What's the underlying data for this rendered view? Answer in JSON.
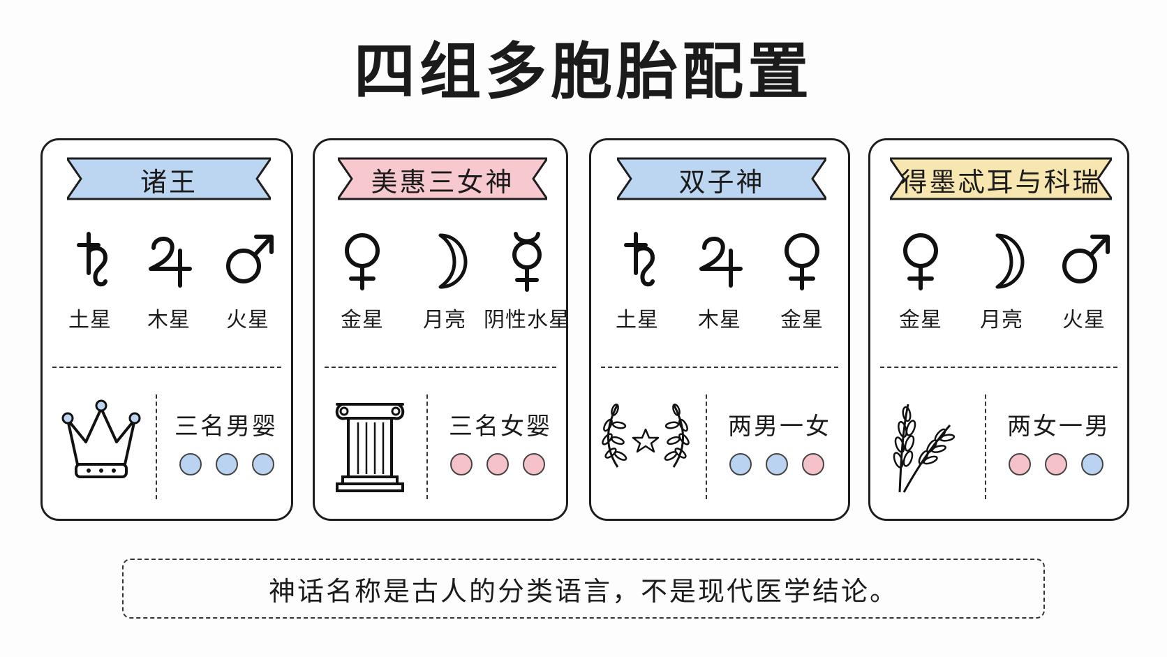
{
  "title": "四组多胞胎配置",
  "colors": {
    "blue": "#bcd6f2",
    "pink": "#f7c9cf",
    "yellow": "#f7e6b0",
    "dot_blue": "#b9d3f0",
    "dot_pink": "#f6c2c9"
  },
  "cards": [
    {
      "ribbon": "诸王",
      "ribbon_color": "blue",
      "planets": [
        {
          "symbol": "saturn-icon",
          "label": "土星"
        },
        {
          "symbol": "jupiter-icon",
          "label": "木星"
        },
        {
          "symbol": "mars-icon",
          "label": "火星"
        }
      ],
      "emblem": "crown-icon",
      "group": "三名男婴",
      "dots": [
        "blue",
        "blue",
        "blue"
      ]
    },
    {
      "ribbon": "美惠三女神",
      "ribbon_color": "pink",
      "planets": [
        {
          "symbol": "venus-icon",
          "label": "金星"
        },
        {
          "symbol": "moon-icon",
          "label": "月亮"
        },
        {
          "symbol": "mercury-icon",
          "label": "阴性水星"
        }
      ],
      "emblem": "column-icon",
      "group": "三名女婴",
      "dots": [
        "pink",
        "pink",
        "pink"
      ]
    },
    {
      "ribbon": "双子神",
      "ribbon_color": "blue",
      "planets": [
        {
          "symbol": "saturn-icon",
          "label": "土星"
        },
        {
          "symbol": "jupiter-icon",
          "label": "木星"
        },
        {
          "symbol": "venus-icon",
          "label": "金星"
        }
      ],
      "emblem": "laurel-star-icon",
      "group": "两男一女",
      "dots": [
        "blue",
        "blue",
        "pink"
      ]
    },
    {
      "ribbon": "得墨忒耳与科瑞",
      "ribbon_color": "yellow",
      "planets": [
        {
          "symbol": "venus-icon",
          "label": "金星"
        },
        {
          "symbol": "moon-icon",
          "label": "月亮"
        },
        {
          "symbol": "mars-icon",
          "label": "火星"
        }
      ],
      "emblem": "wheat-icon",
      "group": "两女一男",
      "dots": [
        "pink",
        "pink",
        "blue"
      ]
    }
  ],
  "footer": "神话名称是古人的分类语言，不是现代医学结论。"
}
